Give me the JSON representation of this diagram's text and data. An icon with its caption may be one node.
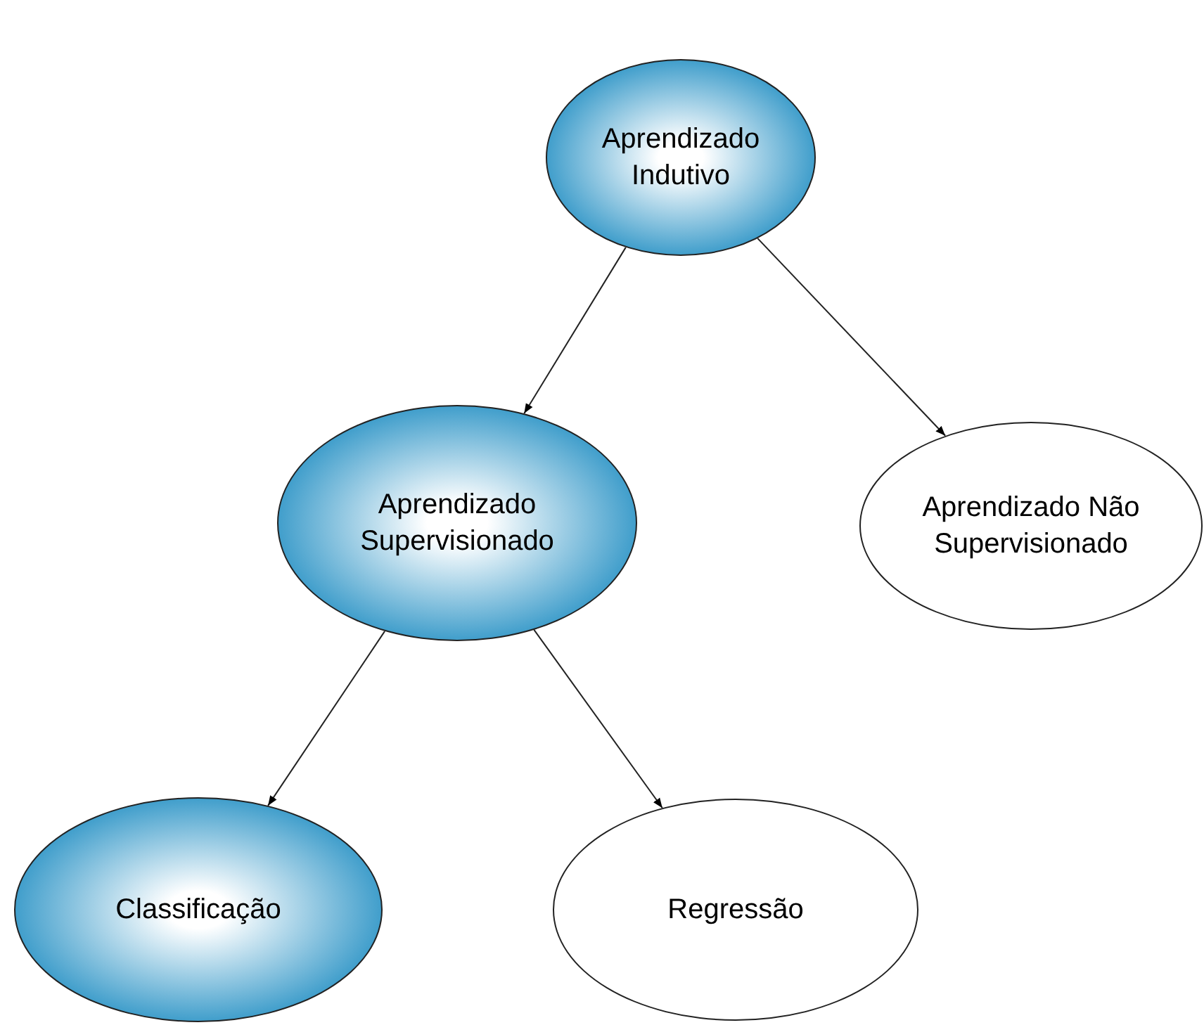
{
  "diagram": {
    "nodes": [
      {
        "text": [
          "Aprendizado Indutivo"
        ]
      },
      {
        "text": [
          "Aprendizado Supervisionado"
        ]
      },
      {
        "text": [
          "Aprendizado Não Supervisionado"
        ]
      },
      {
        "text": [
          "Classificação"
        ]
      },
      {
        "text": [
          "Regressão"
        ]
      }
    ],
    "edges": [
      {
        "from": 0,
        "to": 1,
        "arrow": "to"
      },
      {
        "from": 0,
        "to": 2,
        "arrow": "to"
      },
      {
        "from": 1,
        "to": 3,
        "arrow": "to"
      },
      {
        "from": 1,
        "to": 4,
        "arrow": "to"
      }
    ]
  }
}
